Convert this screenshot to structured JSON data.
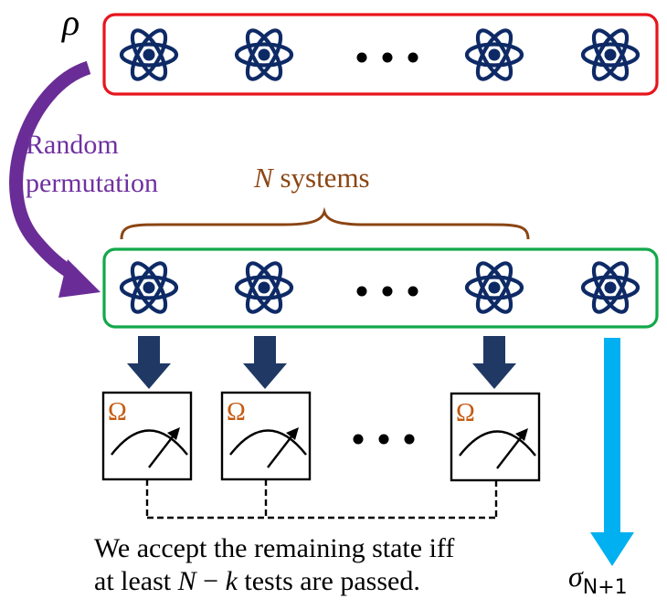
{
  "labels": {
    "input_state": "ρ",
    "permutation_line1": "Random",
    "permutation_line2": "permutation",
    "n_systems_var": "N",
    "n_systems_text": " systems",
    "meter_symbol": "Ω",
    "ellipsis": "• • •",
    "caption_line1": "We accept the remaining state iff",
    "caption_line2_pre": "at least ",
    "caption_line2_N": "N",
    "caption_line2_minus": " − ",
    "caption_line2_k": "k",
    "caption_line2_post": " tests are passed.",
    "output_sigma": "σ",
    "output_sub": "N+1"
  },
  "colors": {
    "input_box": "#e8141c",
    "permuted_box": "#12a84a",
    "atom": "#0e2a66",
    "permutation_arrow": "#6a2c96",
    "permutation_text": "#7030a0",
    "brace": "#8b4513",
    "n_systems_text": "#8b4513",
    "measure_arrow": "#203864",
    "output_arrow": "#00b0f0",
    "meter_symbol": "#c55a11"
  },
  "rows": {
    "input": {
      "atoms_before_ellipsis": 2,
      "atoms_after_ellipsis": 2
    },
    "permuted": {
      "atoms_before_ellipsis": 2,
      "atoms_after_ellipsis": 2
    }
  },
  "meters": {
    "count_before_ellipsis": 2,
    "count_after_ellipsis": 1
  }
}
